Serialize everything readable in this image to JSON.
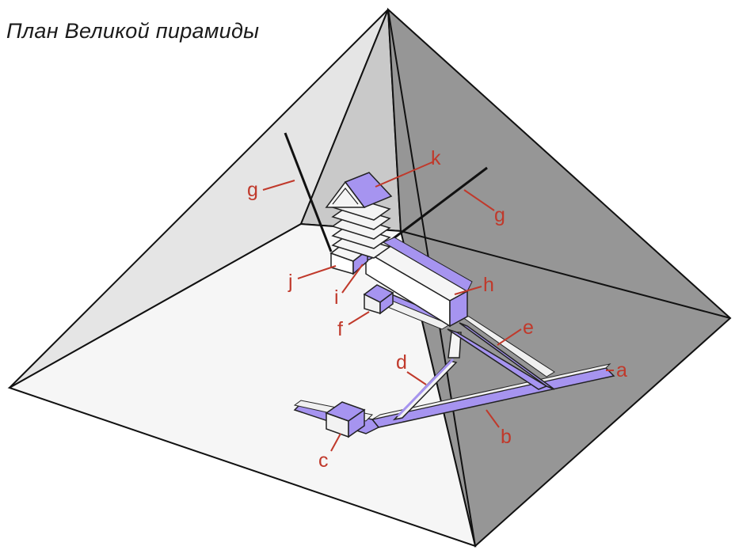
{
  "title": "План Великой пирамиды",
  "colors": {
    "left_face": "#e5e5e5",
    "right_face": "#969696",
    "back_face": "#c9c9c9",
    "floor": "#f6f6f6",
    "passage": "#a694f0",
    "passage_light": "#f4f4f4",
    "label": "#c0392b",
    "edge": "#111111"
  },
  "labels": {
    "a": "a",
    "b": "b",
    "c": "c",
    "d": "d",
    "e": "e",
    "f": "f",
    "g1": "g",
    "g2": "g",
    "h": "h",
    "i": "i",
    "j": "j",
    "k": "k"
  }
}
